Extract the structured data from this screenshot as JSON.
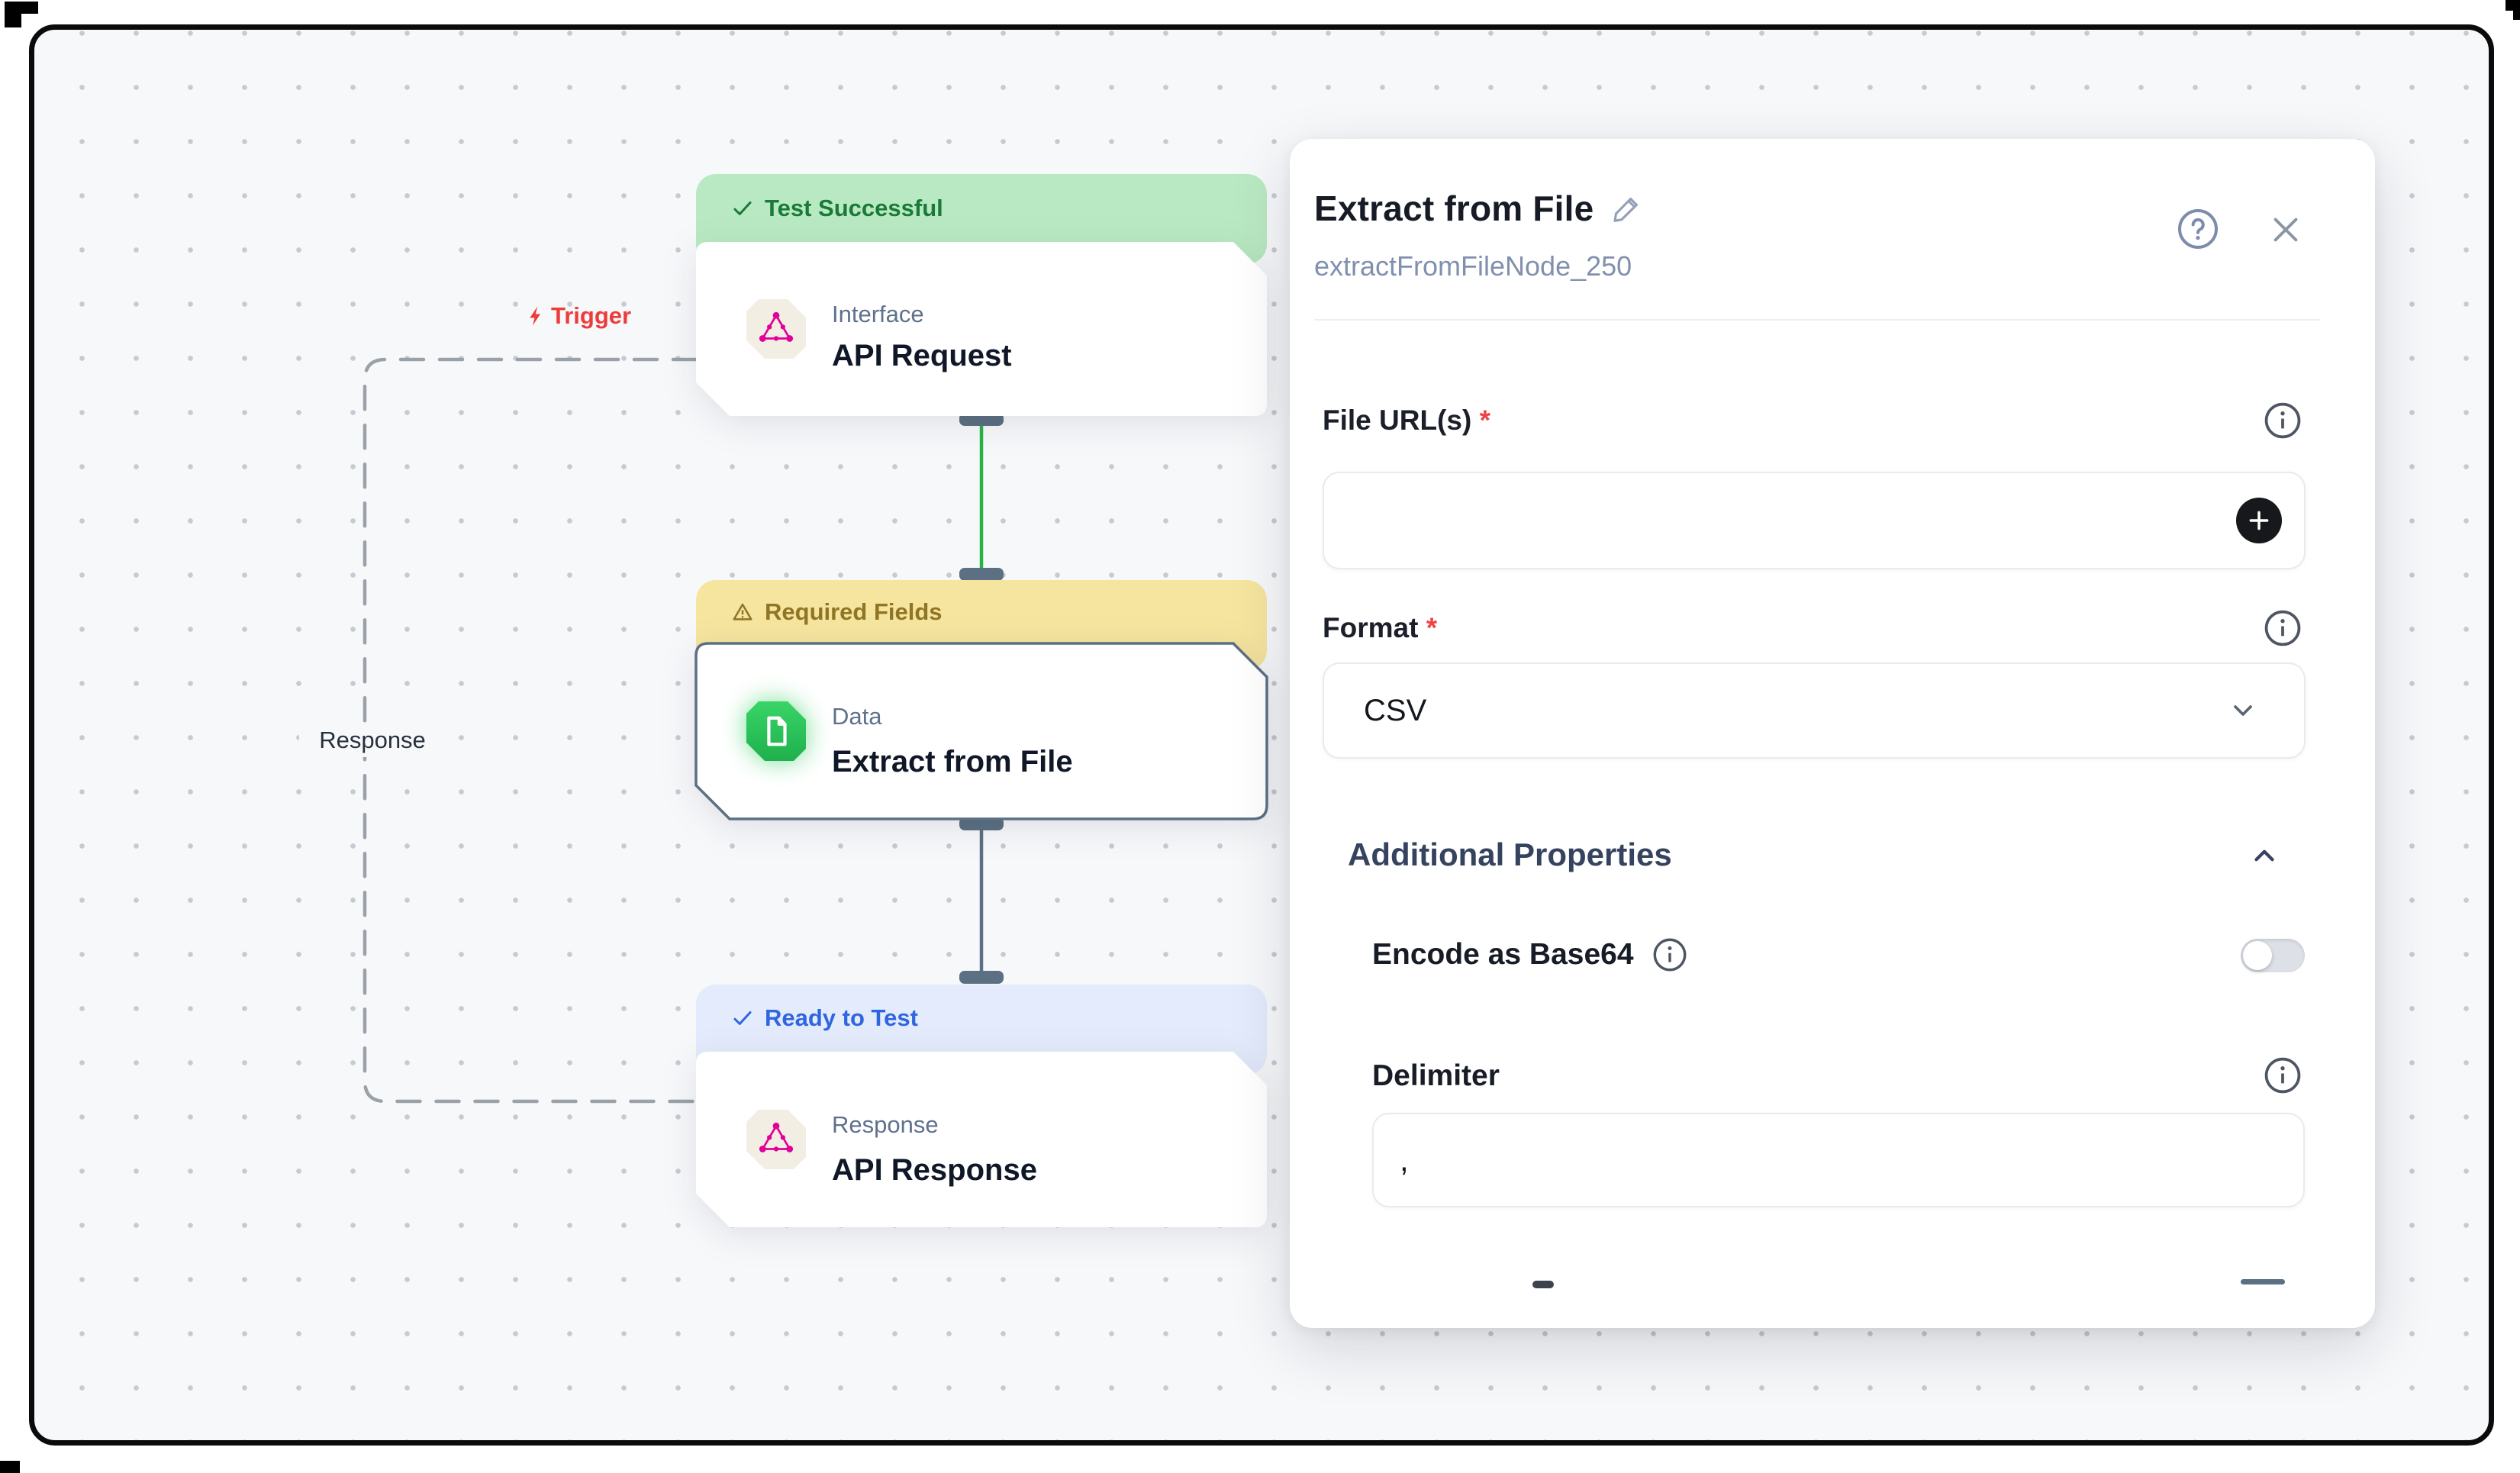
{
  "canvas": {
    "edge_labels": {
      "trigger": "Trigger",
      "response": "Response"
    },
    "nodes": [
      {
        "status": "Test Successful",
        "category": "Interface",
        "title": "API Request",
        "icon": "graphql-icon",
        "status_color": "#1a7a38"
      },
      {
        "status": "Required Fields",
        "category": "Data",
        "title": "Extract from File",
        "icon": "file-icon",
        "status_color": "#8f7524"
      },
      {
        "status": "Ready to Test",
        "category": "Response",
        "title": "API Response",
        "icon": "graphql-icon",
        "status_color": "#2f66e0"
      }
    ]
  },
  "panel": {
    "title": "Extract from File",
    "node_id": "extractFromFileNode_250",
    "fields": {
      "file_urls": {
        "label": "File URL(s)",
        "required": "*",
        "value": ""
      },
      "format": {
        "label": "Format",
        "required": "*",
        "value": "CSV"
      },
      "additional_properties": {
        "label": "Additional Properties"
      },
      "encode_base64": {
        "label": "Encode as Base64",
        "enabled": false
      },
      "delimiter": {
        "label": "Delimiter",
        "value": ","
      }
    }
  },
  "colors": {
    "success_header": "#b9e9c2",
    "success_text": "#1a7a38",
    "warning_header": "#f6e59f",
    "warning_text": "#8f7524",
    "ready_header": "#e4ebfc",
    "ready_text": "#2f66e0",
    "edge_green": "#28b445",
    "edge_slate": "#5b7083",
    "edge_dashed": "#9aa1a8",
    "trigger_red": "#ee3b3b",
    "accent_pink": "#e10098",
    "accent_green": "#22c55e",
    "add_button": "#17181b"
  }
}
